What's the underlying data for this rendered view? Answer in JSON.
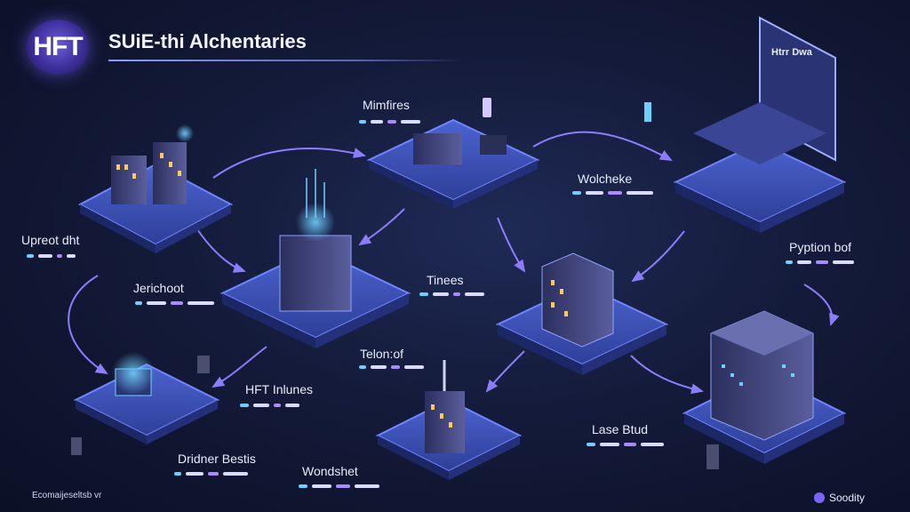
{
  "header": {
    "logo_text": "HFT",
    "title": "SUiE-thi Alchentaries"
  },
  "nodes": [
    {
      "id": "upreot",
      "label": "Upreot dht"
    },
    {
      "id": "mimfires",
      "label": "Mimfires"
    },
    {
      "id": "wolcheke",
      "label": "Wolcheke"
    },
    {
      "id": "jerichoot",
      "label": "Jerichoot"
    },
    {
      "id": "times",
      "label": "Tinees"
    },
    {
      "id": "pyption",
      "label": "Pyption bof"
    },
    {
      "id": "telonof",
      "label": "Telon:of"
    },
    {
      "id": "hft",
      "label": "HFT Inlunes"
    },
    {
      "id": "lase",
      "label": "Lase Btud"
    },
    {
      "id": "dridner",
      "label": "Dridner Bestis"
    },
    {
      "id": "wondshet",
      "label": "Wondshet"
    }
  ],
  "screen_text": "Htrr Dwa",
  "footer": {
    "left": "Ecomaijeseltsb vr",
    "right": "Soodity"
  },
  "colors": {
    "accent_cyan": "#6fd0ff",
    "accent_purple": "#7a63ff",
    "platform_blue": "#3a4fb0"
  }
}
